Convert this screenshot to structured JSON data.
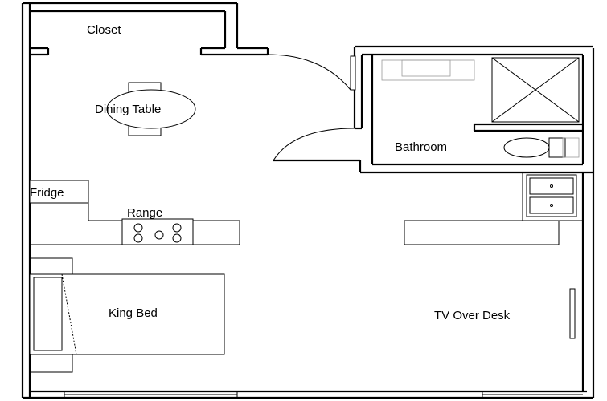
{
  "labels": {
    "closet": "Closet",
    "dining_table": "Dining Table",
    "bathroom": "Bathroom",
    "fridge": "Fridge",
    "range": "Range",
    "king_bed": "King Bed",
    "tv_over_desk": "TV Over Desk"
  }
}
